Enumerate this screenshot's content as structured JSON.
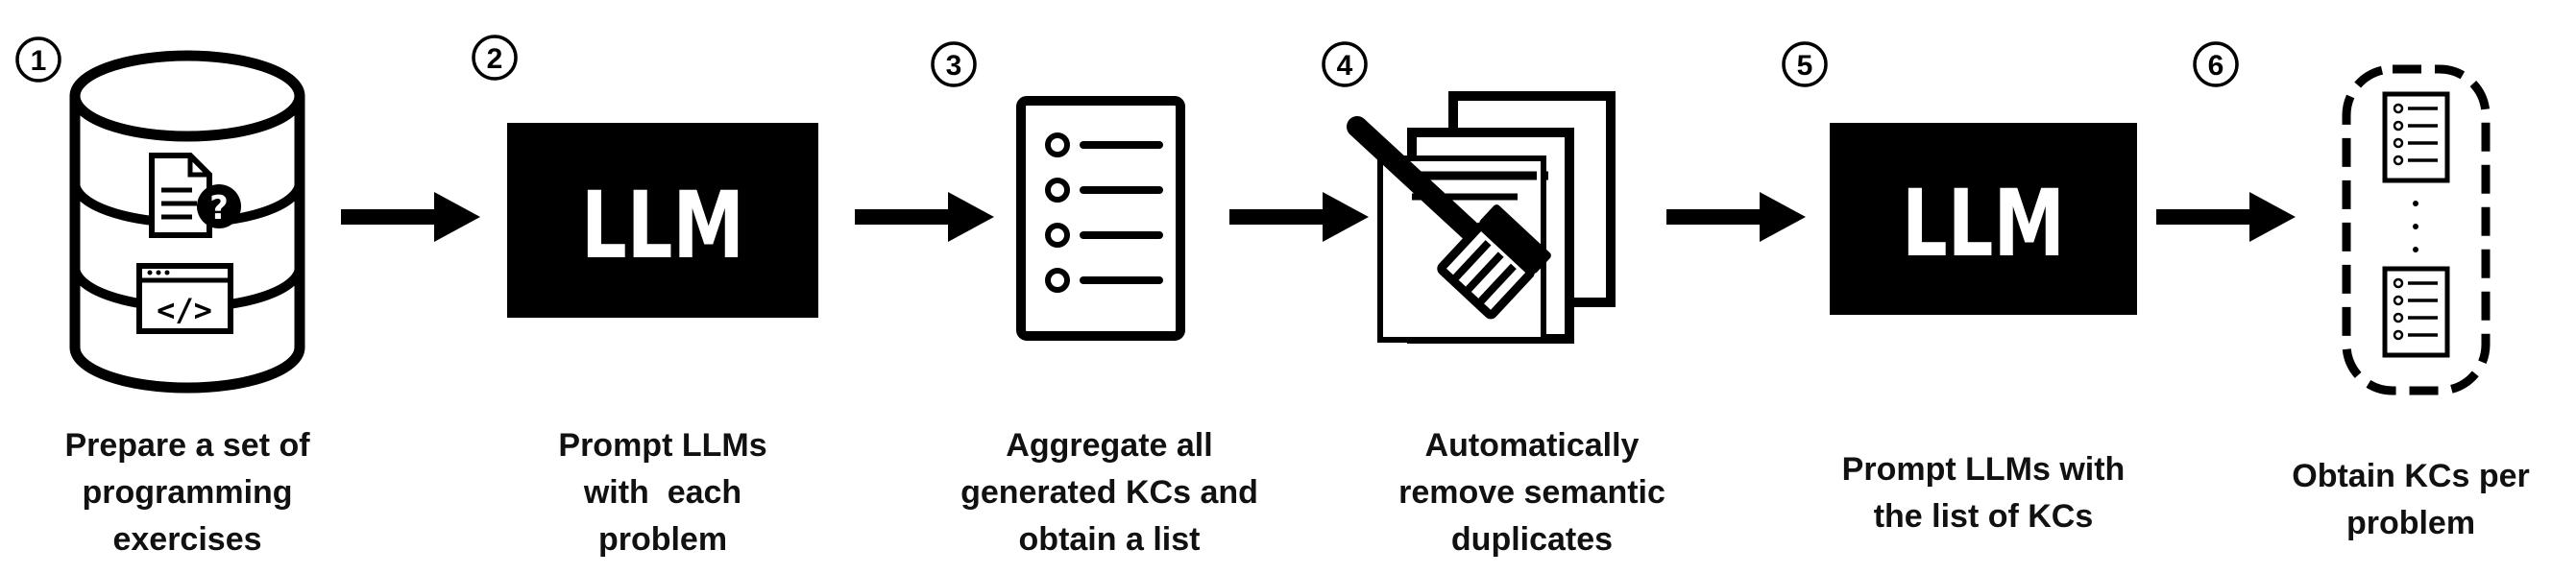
{
  "steps": [
    {
      "number": "1",
      "lines": [
        "Prepare a set of",
        "programming",
        "exercises"
      ]
    },
    {
      "number": "2",
      "box_label": "LLM",
      "lines": [
        "Prompt LLMs",
        "with  each",
        "problem"
      ]
    },
    {
      "number": "3",
      "lines": [
        "Aggregate all",
        "generated KCs and",
        "obtain a list"
      ]
    },
    {
      "number": "4",
      "lines": [
        "Automatically",
        "remove semantic",
        "duplicates"
      ]
    },
    {
      "number": "5",
      "box_label": "LLM",
      "lines": [
        "Prompt LLMs with",
        "the list of KCs"
      ]
    },
    {
      "number": "6",
      "lines": [
        "Obtain KCs per",
        "problem"
      ]
    }
  ],
  "icons": [
    "database-icon",
    "document-question-icon",
    "code-window-icon",
    "llm-box-icon",
    "list-icon",
    "broom-documents-icon",
    "dashed-container-icon",
    "arrow-right-icon"
  ],
  "colors": {
    "ink": "#000000",
    "background": "#ffffff"
  }
}
